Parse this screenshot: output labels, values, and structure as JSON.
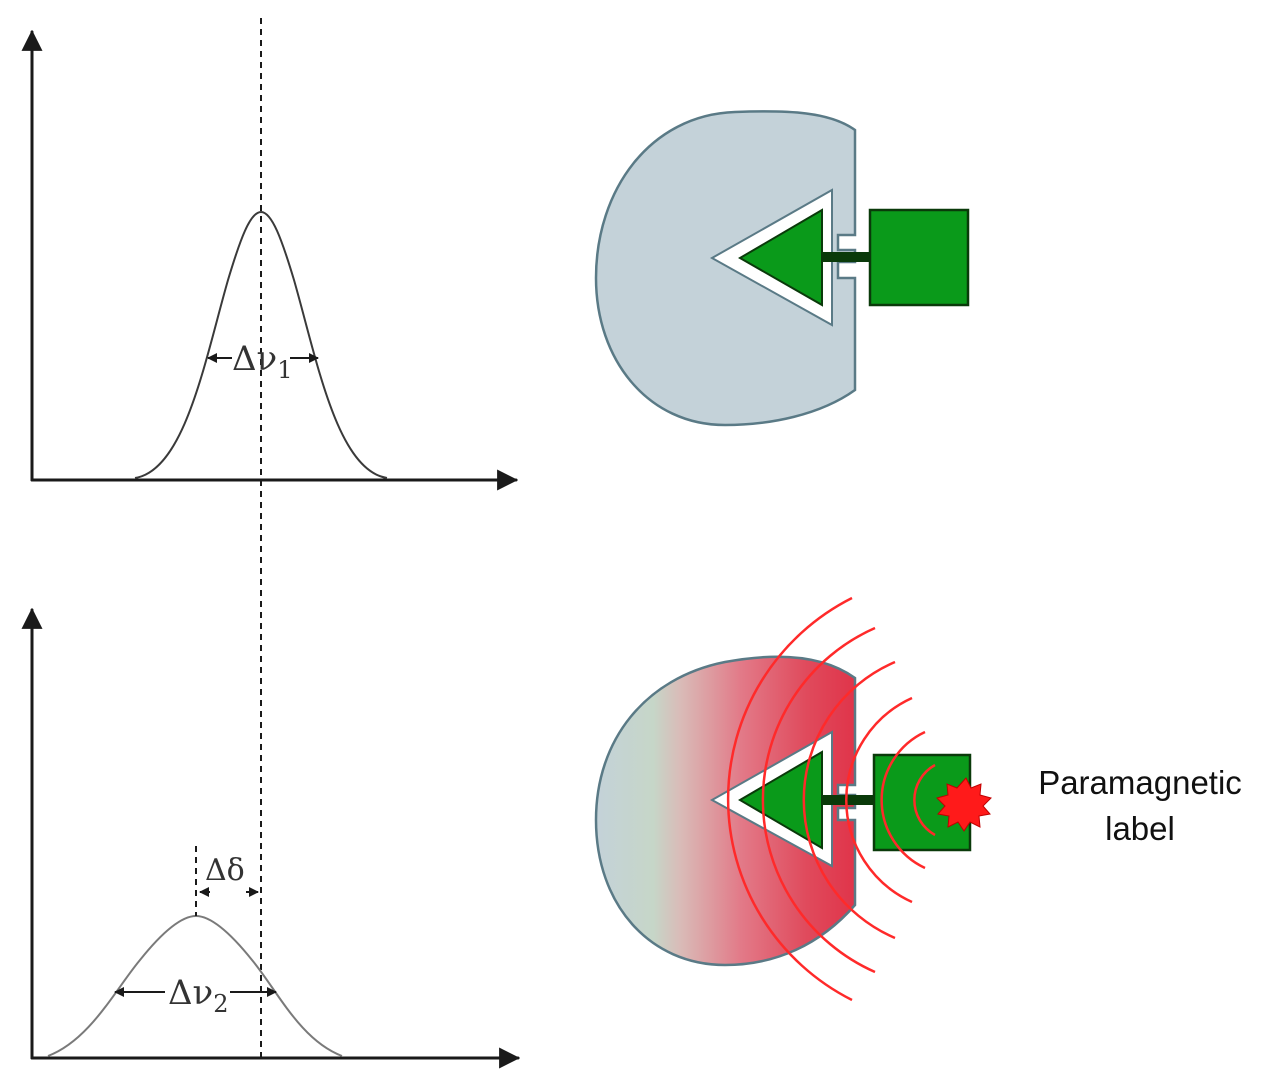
{
  "top_plot": {
    "width_label_main": "Δν",
    "width_label_sub": "1"
  },
  "bottom_plot": {
    "shift_label": "Δδ",
    "width_label_main": "Δν",
    "width_label_sub": "2"
  },
  "label_annotation": {
    "line1": "Paramagnetic",
    "line2": "label"
  },
  "colors": {
    "protein": "#c4d2d9",
    "protein_outline": "#5a7a86",
    "ligand": "#0a9a1a",
    "ligand_outline": "#0a3a0a",
    "paramagnetic": "#ff1a1a",
    "relaxation": "#ff2a2a"
  },
  "icons": {
    "protein": "pacman-protein-shape",
    "ligand": "arrow-square-ligand",
    "paramagnetic_label": "starburst-dot"
  }
}
